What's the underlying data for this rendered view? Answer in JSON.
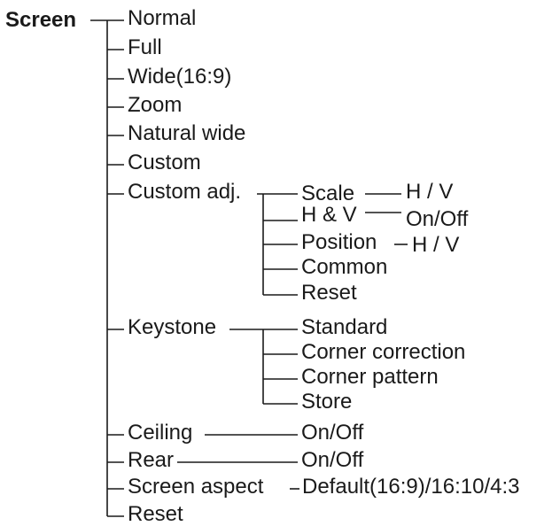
{
  "root": "Screen",
  "items": {
    "normal": "Normal",
    "full": "Full",
    "wide": "Wide(16:9)",
    "zoom": "Zoom",
    "natural_wide": "Natural wide",
    "custom": "Custom",
    "custom_adj": "Custom adj.",
    "keystone": "Keystone",
    "ceiling": "Ceiling",
    "rear": "Rear",
    "screen_aspect": "Screen aspect",
    "reset": "Reset"
  },
  "custom_adj": {
    "scale": "Scale",
    "scale_value": "H / V",
    "hv": "H & V",
    "hv_value": "On/Off",
    "position": "Position",
    "position_value": "H / V",
    "common": "Common",
    "reset": "Reset"
  },
  "keystone": {
    "standard": "Standard",
    "corner_correction": "Corner correction",
    "corner_pattern": "Corner pattern",
    "store": "Store"
  },
  "values": {
    "ceiling": "On/Off",
    "rear": "On/Off",
    "screen_aspect": "Default(16:9)/16:10/4:3"
  }
}
